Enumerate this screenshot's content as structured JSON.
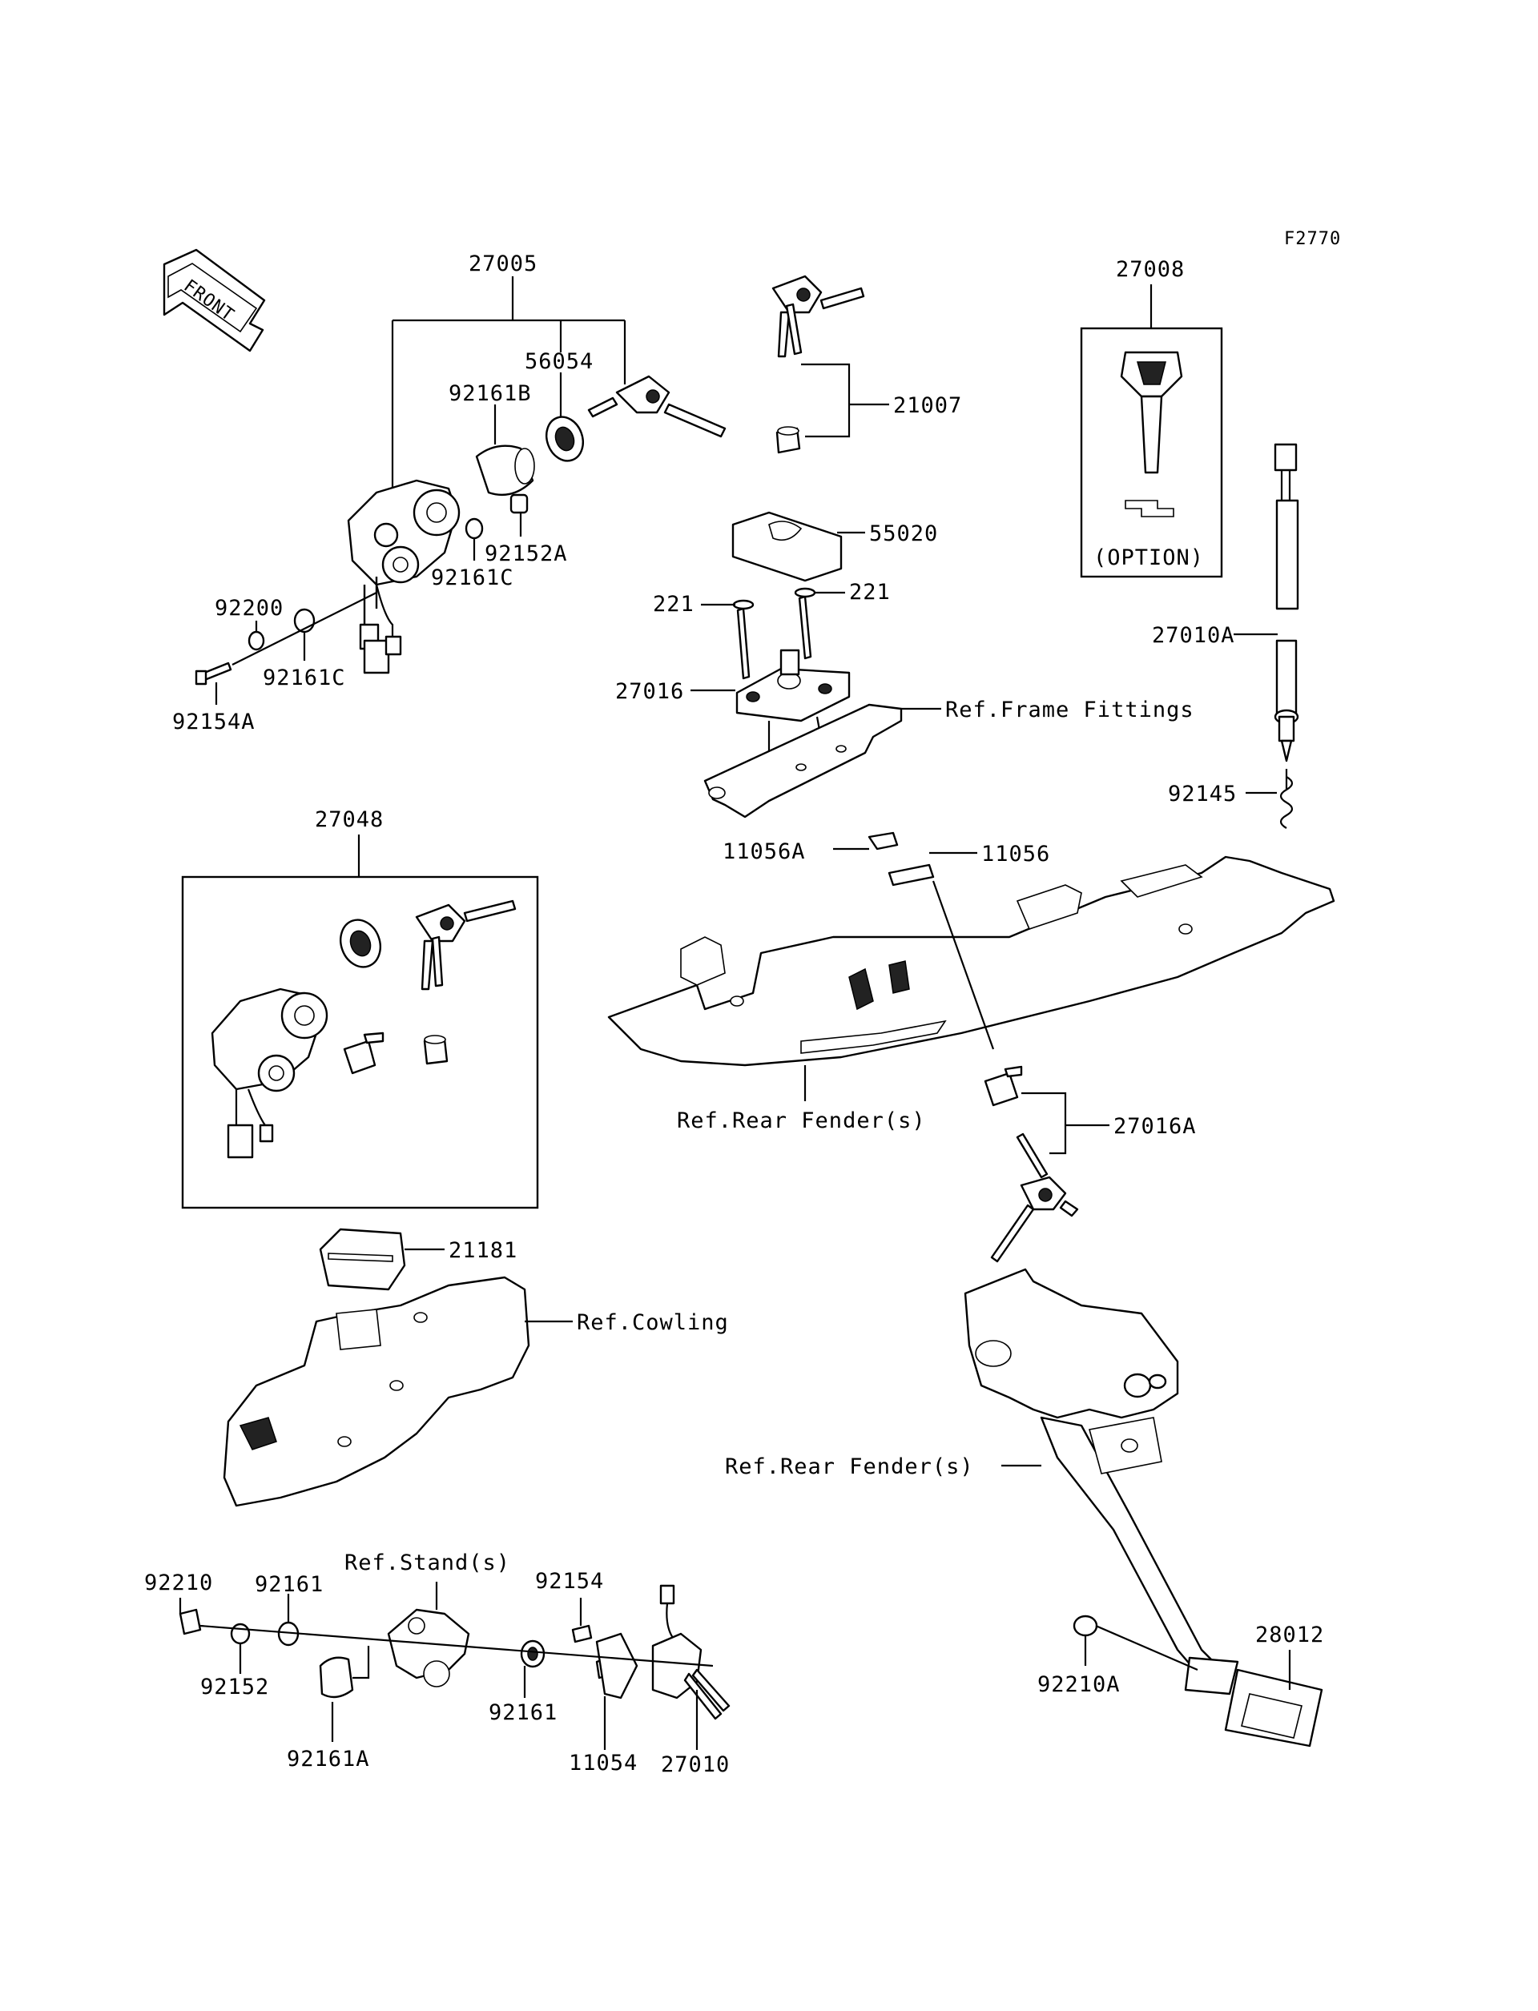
{
  "figure_code": "F2770",
  "front_arrow": {
    "label": "FRONT"
  },
  "option_box": {
    "label": "(OPTION)"
  },
  "part_labels": {
    "p27005": "27005",
    "p56054": "56054",
    "p92161B": "92161B",
    "p21007": "21007",
    "p27008": "27008",
    "p55020": "55020",
    "p92200": "92200",
    "p92152A": "92152A",
    "p92161C_a": "92161C",
    "p92161C_b": "92161C",
    "p92154A": "92154A",
    "p221_a": "221",
    "p221_b": "221",
    "p27010A": "27010A",
    "p27016": "27016",
    "p92145": "92145",
    "p27048": "27048",
    "p11056A": "11056A",
    "p11056": "11056",
    "p27016A": "27016A",
    "p21181": "21181",
    "p92210": "92210",
    "p92161_a": "92161",
    "p92154": "92154",
    "p92152": "92152",
    "p92161A": "92161A",
    "p92161_b": "92161",
    "p11054": "11054",
    "p27010": "27010",
    "p92210A": "92210A",
    "p28012": "28012"
  },
  "references": {
    "frame_fittings": "Ref.Frame Fittings",
    "rear_fender_1": "Ref.Rear Fender(s)",
    "cowling": "Ref.Cowling",
    "rear_fender_2": "Ref.Rear Fender(s)",
    "stand": "Ref.Stand(s)"
  }
}
